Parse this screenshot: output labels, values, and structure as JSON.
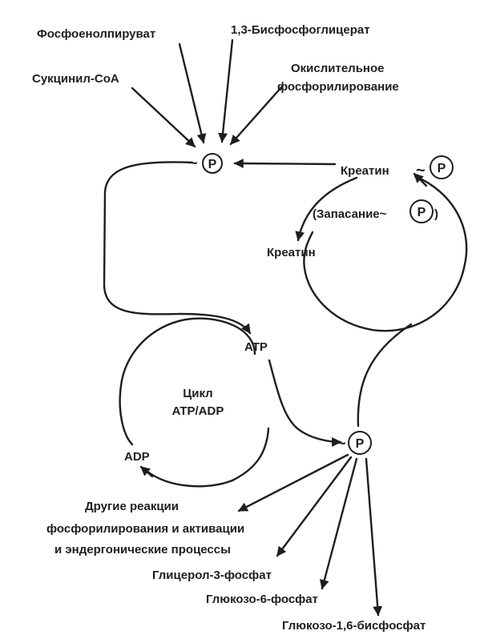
{
  "labels": {
    "phosphoenolpyruvate": "Фосфоенолпируват",
    "bisphosphoglycerate": "1,3-Бисфосфоглицерат",
    "succinyl_coa": "Сукцинил-CoA",
    "oxidative_1": "Окислительное",
    "oxidative_2": "фосфорилирование",
    "creatine_top": "Креатин",
    "storage": "(Запасание~",
    "storage_close": ")",
    "creatine_mid": "Креатин",
    "atp": "ATP",
    "cycle_1": "Цикл",
    "cycle_2": "ATP/ADP",
    "adp": "ADP",
    "other_1": "Другие реакции",
    "other_2": "фосфорилирования и активации",
    "other_3": "и эндергонические процессы",
    "glycerol": "Глицерол-3-фосфат",
    "glucose6": "Глюкозо-6-фосфат",
    "glucose16": "Глюкозо-1,6-бисфосфат"
  },
  "symbols": {
    "tilde": "~",
    "p": "P"
  },
  "colors": {
    "ink": "#1e1e1e",
    "background": "#ffffff"
  }
}
